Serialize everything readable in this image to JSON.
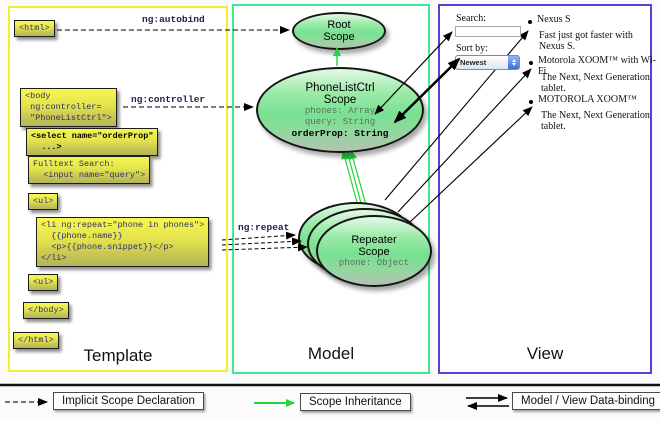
{
  "columns": {
    "template": "Template",
    "model": "Model",
    "view": "View"
  },
  "code_boxes": {
    "html_open": "<html>",
    "body_open": "<body\n ng:controller=\n \"PhoneListCtrl\">",
    "select_orderprop": "<select name=\"orderProp\"\n  ...>",
    "fulltext_search": "Fulltext Search:\n  <input name=\"query\">",
    "ul_open": "<ul>",
    "li_repeat": "<li ng:repeat=\"phone in phones\">\n  {{phone.name}}\n  <p>{{phone.snippet}}</p>\n</li>",
    "ul_close": "<ul>",
    "body_close": "</body>",
    "html_close": "</html>"
  },
  "directive_labels": {
    "autobind": "ng:autobind",
    "controller": "ng:controller",
    "repeat": "ng:repeat"
  },
  "scopes": {
    "root": {
      "title": "Root\nScope"
    },
    "phonelist": {
      "title": "PhoneListCtrl\nScope",
      "prop_phones": "phones: Array",
      "prop_query": "query: String",
      "prop_orderprop": "orderProp: String"
    },
    "repeater": {
      "title": "Repeater\nScope",
      "prop_phone": "phone: Object"
    }
  },
  "view_panel": {
    "search_label": "Search:",
    "search_value": "",
    "sort_label": "Sort by:",
    "sort_value": "Newest",
    "items": [
      {
        "title": "Nexus S",
        "desc": "Fast just got faster with Nexus S."
      },
      {
        "title": "Motorola XOOM™ with Wi-Fi",
        "desc": "The Next, Next Generation tablet."
      },
      {
        "title": "MOTOROLA XOOM™",
        "desc": "The Next, Next Generation tablet."
      }
    ]
  },
  "legend": {
    "implicit": "Implicit Scope Declaration",
    "inheritance": "Scope Inheritance",
    "databinding": "Model / View Data-binding"
  },
  "colors": {
    "template_border": "#f2ef2d",
    "model_border": "#40e796",
    "view_border": "#5343d5",
    "inheritance_green": "#21d33c",
    "code_box_yellow": "#f7f74e"
  }
}
